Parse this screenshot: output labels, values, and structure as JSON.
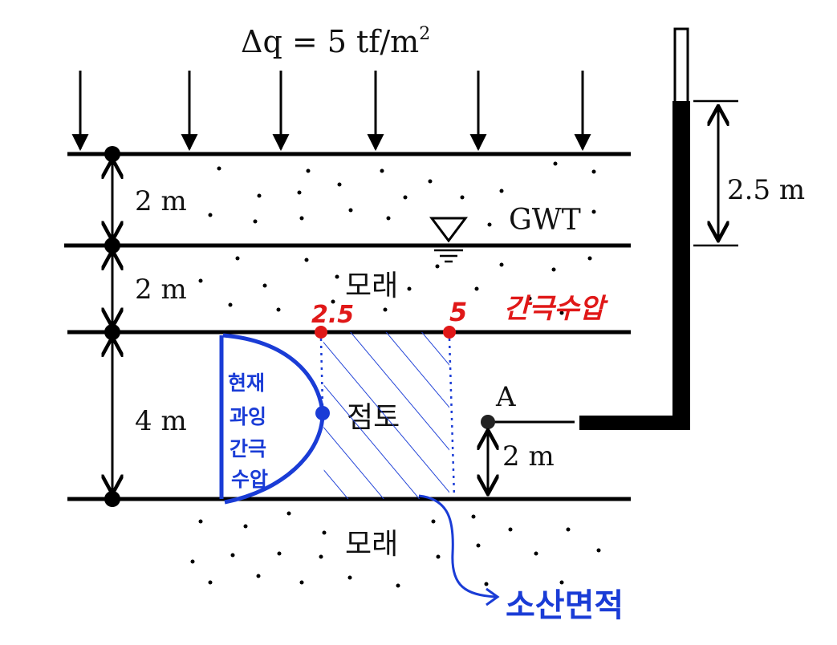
{
  "load": {
    "label": "Δq = 5 tf/m",
    "superscript": "2"
  },
  "layers": {
    "sand_top_thickness": "2 m",
    "sand_mid_thickness": "2 m",
    "clay_thickness": "4 m",
    "top_sand_label": "모래",
    "clay_label": "점토",
    "bottom_sand_label": "모래"
  },
  "water_table": {
    "label": "GWT"
  },
  "piezometer": {
    "head_label": "2.5 m"
  },
  "point_a": {
    "label": "A",
    "depth_label": "2 m"
  },
  "annotations": {
    "pressure_left_value": "2.5",
    "pressure_right_value": "5",
    "pore_pressure_label": "간극수압",
    "excess_pore_label_lines": [
      "현재",
      "과잉",
      "간극",
      "수압"
    ],
    "dissipated_label": "소산면적"
  },
  "colors": {
    "ink": "#000000",
    "red_annotation": "#e01818",
    "blue_annotation": "#1a3cd6"
  }
}
